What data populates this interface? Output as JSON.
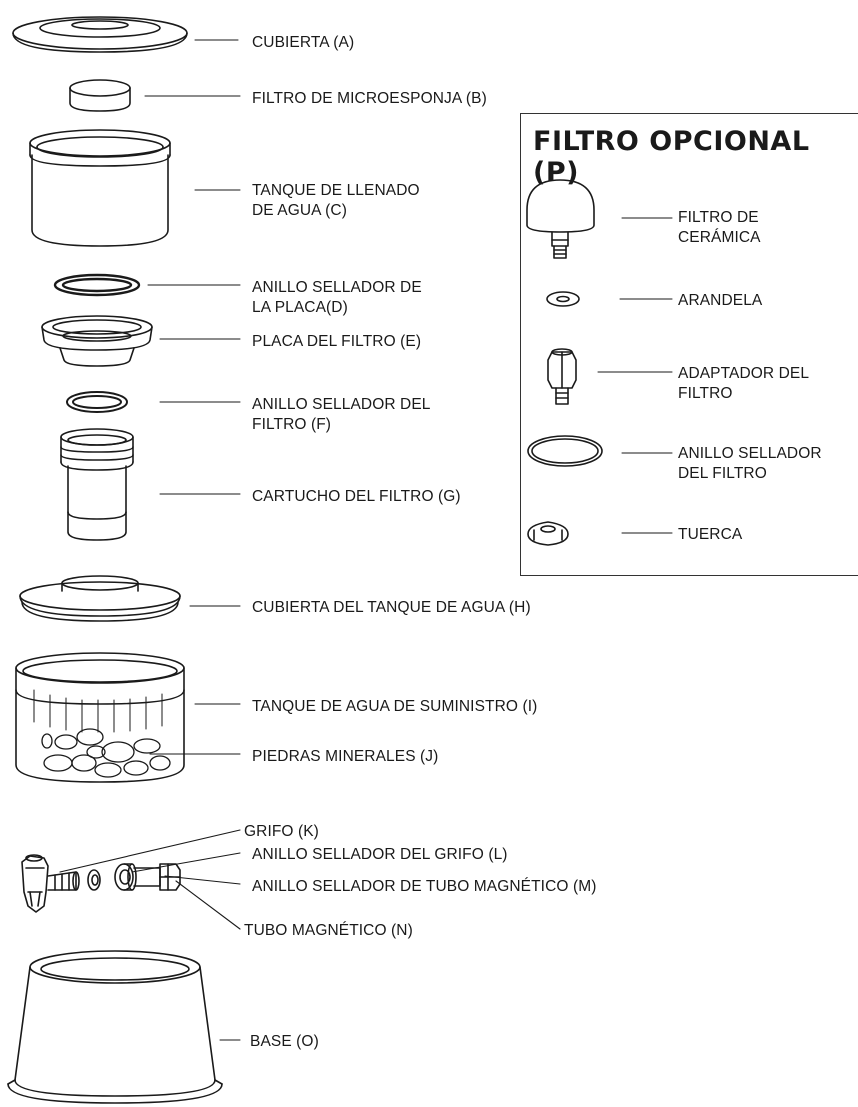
{
  "parts": {
    "a": "CUBIERTA (A)",
    "b": "FILTRO DE MICROESPONJA (B)",
    "c": "TANQUE DE LLENADO\nDE AGUA (C)",
    "d": "ANILLO SELLADOR DE\nLA PLACA(D)",
    "e": "PLACA DEL FILTRO (E)",
    "f": "ANILLO SELLADOR DEL\nFILTRO (F)",
    "g": "CARTUCHO DEL FILTRO (G)",
    "h": "CUBIERTA DEL TANQUE DE AGUA (H)",
    "i": "TANQUE DE AGUA DE SUMINISTRO (I)",
    "j": "PIEDRAS MINERALES (J)",
    "k": "GRIFO (K)",
    "l": "ANILLO SELLADOR DEL GRIFO (L)",
    "m": "ANILLO SELLADOR DE TUBO MAGNÉTICO (M)",
    "n": "TUBO MAGNÉTICO (N)",
    "o": "BASE (O)"
  },
  "optional_filter": {
    "title": "FILTRO OPCIONAL (P)",
    "ceramic": "FILTRO DE\nCERÁMICA",
    "washer": "ARANDELA",
    "adapter": "ADAPTADOR DEL\nFILTRO",
    "seal": "ANILLO SELLADOR\nDEL FILTRO",
    "nut": "TUERCA"
  }
}
